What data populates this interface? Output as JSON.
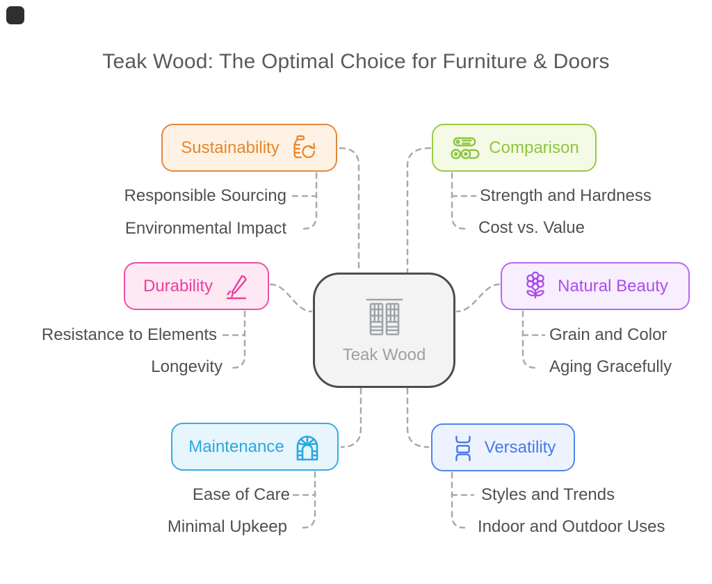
{
  "title": "Teak Wood: The Optimal Choice for Furniture & Doors",
  "center": {
    "label": "Teak Wood",
    "icon": "double-doors-icon",
    "border_color": "#4a4d50",
    "fill": "#f3f3f4",
    "text_color": "#9da0a4"
  },
  "connector_color": "#a7a9ab",
  "branches": [
    {
      "id": "sustainability",
      "label": "Sustainability",
      "icon": "recycle-bottle-icon",
      "accent": "#e8852c",
      "fill": "#fdf2e4",
      "children": [
        "Responsible Sourcing",
        "Environmental Impact"
      ]
    },
    {
      "id": "comparison",
      "label": "Comparison",
      "icon": "wood-logs-icon",
      "accent": "#8cc63f",
      "fill": "#f4fae5",
      "children": [
        "Strength and Hardness",
        "Cost vs. Value"
      ]
    },
    {
      "id": "durability",
      "label": "Durability",
      "icon": "carving-knife-icon",
      "accent": "#e93f9e",
      "fill": "#fde8f4",
      "children": [
        "Resistance to Elements",
        "Longevity"
      ]
    },
    {
      "id": "natural_beauty",
      "label": "Natural Beauty",
      "icon": "flower-icon",
      "accent": "#ab4deb",
      "fill": "#f7eefe",
      "children": [
        "Grain and Color",
        "Aging Gracefully"
      ]
    },
    {
      "id": "maintenance",
      "label": "Maintenance",
      "icon": "arched-window-icon",
      "accent": "#29a8e0",
      "fill": "#e7f5fc",
      "children": [
        "Ease of Care",
        "Minimal Upkeep"
      ]
    },
    {
      "id": "versatility",
      "label": "Versatility",
      "icon": "furniture-spool-icon",
      "accent": "#4678e8",
      "fill": "#edf3fe",
      "children": [
        "Styles and Trends",
        "Indoor and Outdoor Uses"
      ]
    }
  ]
}
